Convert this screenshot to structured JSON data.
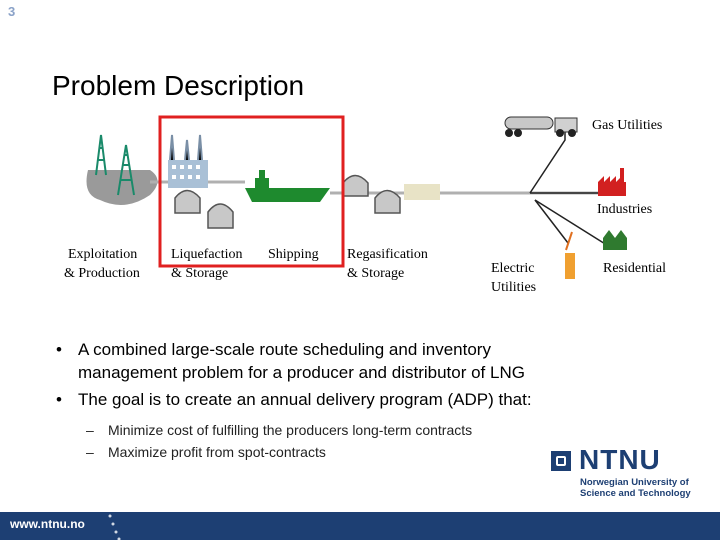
{
  "slide_number": "3",
  "title": "Problem Description",
  "diagram": {
    "chain": [
      {
        "line1": "Exploitation",
        "line2": "& Production"
      },
      {
        "line1": "Liquefaction",
        "line2": "& Storage"
      },
      {
        "line1": "Shipping",
        "line2": ""
      },
      {
        "line1": "Regasification",
        "line2": "& Storage"
      }
    ],
    "consumers": {
      "gas_utilities": "Gas Utilities",
      "industries": "Industries",
      "electric_utilities_1": "Electric",
      "electric_utilities_2": "Utilities",
      "residential": "Residential"
    },
    "highlight_color": "#e02020"
  },
  "bullets": [
    {
      "text_1": "A combined large-scale route scheduling and inventory",
      "text_2": "management problem for a producer and distributor of LNG"
    },
    {
      "text_1": "The goal is to create an annual delivery program (ADP) that:"
    }
  ],
  "sub_bullets": [
    "Minimize cost of fulfilling the producers long-term contracts",
    "Maximize profit from spot-contracts"
  ],
  "logo": {
    "name": "NTNU",
    "line1": "Norwegian University of",
    "line2": "Science and Technology"
  },
  "footer": {
    "url": "www.ntnu.no",
    "color": "#1d3f73"
  }
}
